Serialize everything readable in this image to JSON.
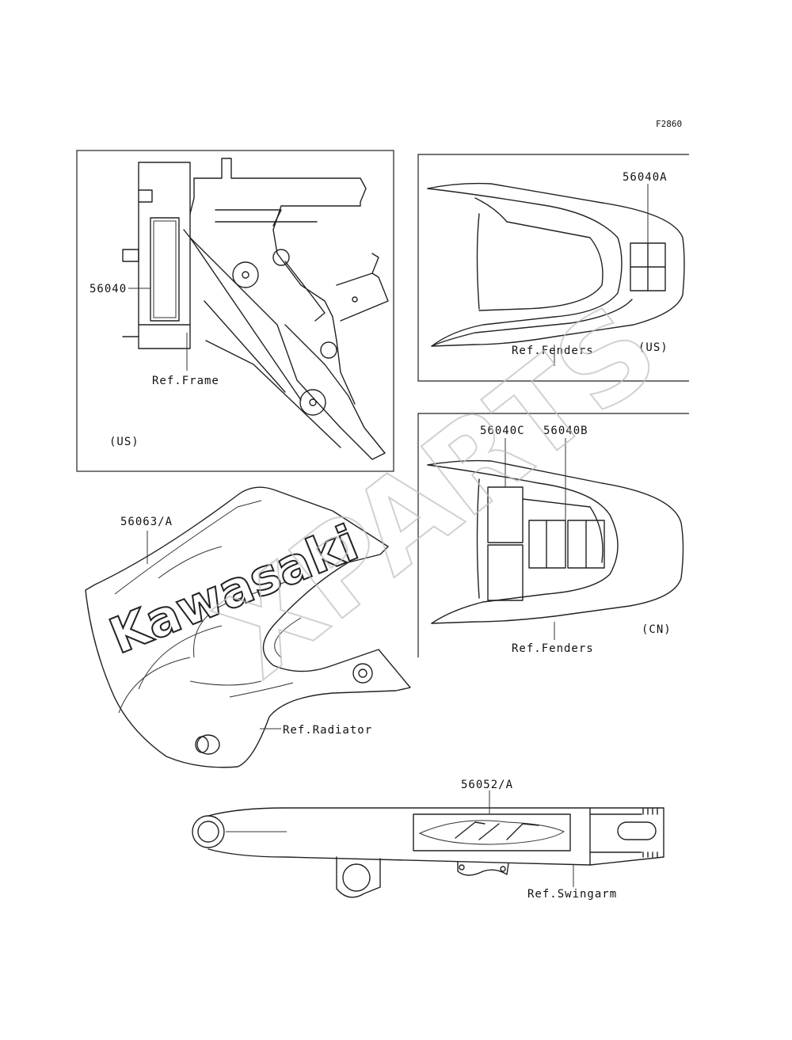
{
  "figure_code": "F2860",
  "watermark": "XPARTS",
  "logo_text": "Kawasaki",
  "panels": {
    "frame": {
      "part": "56040",
      "ref": "Ref.Frame",
      "region": "(US)"
    },
    "fender_us": {
      "part": "56040A",
      "ref": "Ref.Fenders",
      "region": "(US)"
    },
    "fender_cn": {
      "part_c": "56040C",
      "part_b": "56040B",
      "ref": "Ref.Fenders",
      "region": "(CN)"
    }
  },
  "radiator": {
    "part": "56063/A",
    "ref": "Ref.Radiator"
  },
  "swingarm": {
    "part": "56052/A",
    "ref": "Ref.Swingarm"
  }
}
